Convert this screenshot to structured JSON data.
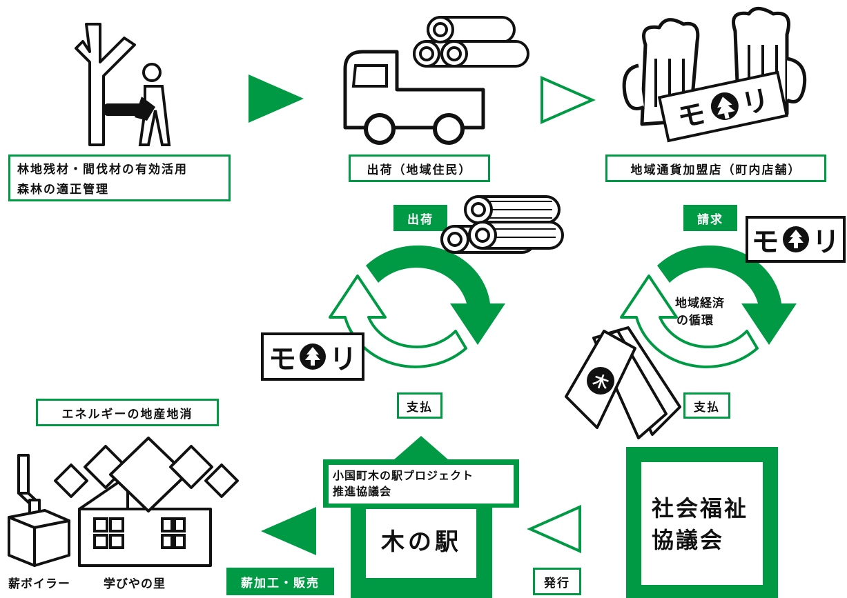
{
  "steps": {
    "forest": {
      "line1": "林地残材・間伐材の有効活用",
      "line2": "森林の適正管理"
    },
    "ship": {
      "label": "出荷（地域住民）"
    },
    "shop": {
      "label": "地域通貨加盟店（町内店舗）"
    }
  },
  "cycles": {
    "left": {
      "top_tag": "出荷",
      "bottom_tag": "支払"
    },
    "right": {
      "top_tag": "請求",
      "bottom_tag": "支払",
      "center_line1": "地域経済",
      "center_line2": "の循環"
    }
  },
  "currency": {
    "t1": "モ",
    "t2": "リ",
    "note_symbol": "木"
  },
  "energy": {
    "label": "エネルギーの地産地消"
  },
  "bottom": {
    "boiler": "薪ボイラー",
    "school": "学びやの里",
    "process": "薪加工・販売",
    "station_project_line1": "小国町木の駅プロジェクト",
    "station_project_line2": "推進協議会",
    "station": "木の駅",
    "issue": "発行",
    "council_line1": "社会福祉",
    "council_line2": "協議会"
  },
  "colors": {
    "green": "#009a44",
    "black": "#111111"
  }
}
